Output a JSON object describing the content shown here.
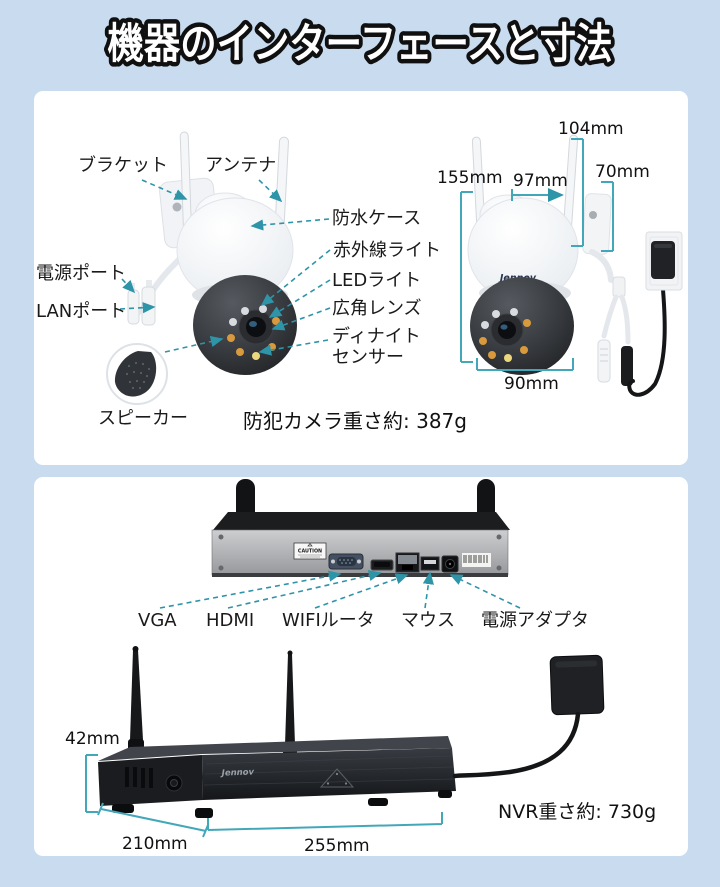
{
  "title": "機器のインターフェースと寸法",
  "brand": "Jennov",
  "camera": {
    "labels": {
      "bracket": "ブラケット",
      "antenna": "アンテナ",
      "waterproof_case": "防水ケース",
      "ir_light": "赤外線ライト",
      "led_light": "LEDライト",
      "wide_angle_lens": "広角レンズ",
      "day_night_sensor_line1": "ディナイト",
      "day_night_sensor_line2": "センサー",
      "power_port": "電源ポート",
      "lan_port": "LANポート",
      "speaker": "スピーカー"
    },
    "dimensions": {
      "body_height": "155mm",
      "head_width": "97mm",
      "antenna_height": "104mm",
      "bracket_height": "70mm",
      "dome_width": "90mm"
    },
    "weight_note": "防犯カメラ重さ約: 387g"
  },
  "nvr": {
    "rear_labels": {
      "vga": "VGA",
      "hdmi": "HDMI",
      "wifi_router": "WIFIルータ",
      "mouse": "マウス",
      "power_adapter": "電源アダプタ"
    },
    "caution": "CAUTION",
    "dimensions": {
      "height": "42mm",
      "depth": "210mm",
      "width": "255mm"
    },
    "weight_note": "NVR重さ約: 730g"
  },
  "colors": {
    "background": "#c8dbef",
    "card": "#ffffff",
    "annotation_teal": "#2e94a8",
    "dimension_teal": "#43a7ba",
    "text": "#1a1a1a"
  }
}
